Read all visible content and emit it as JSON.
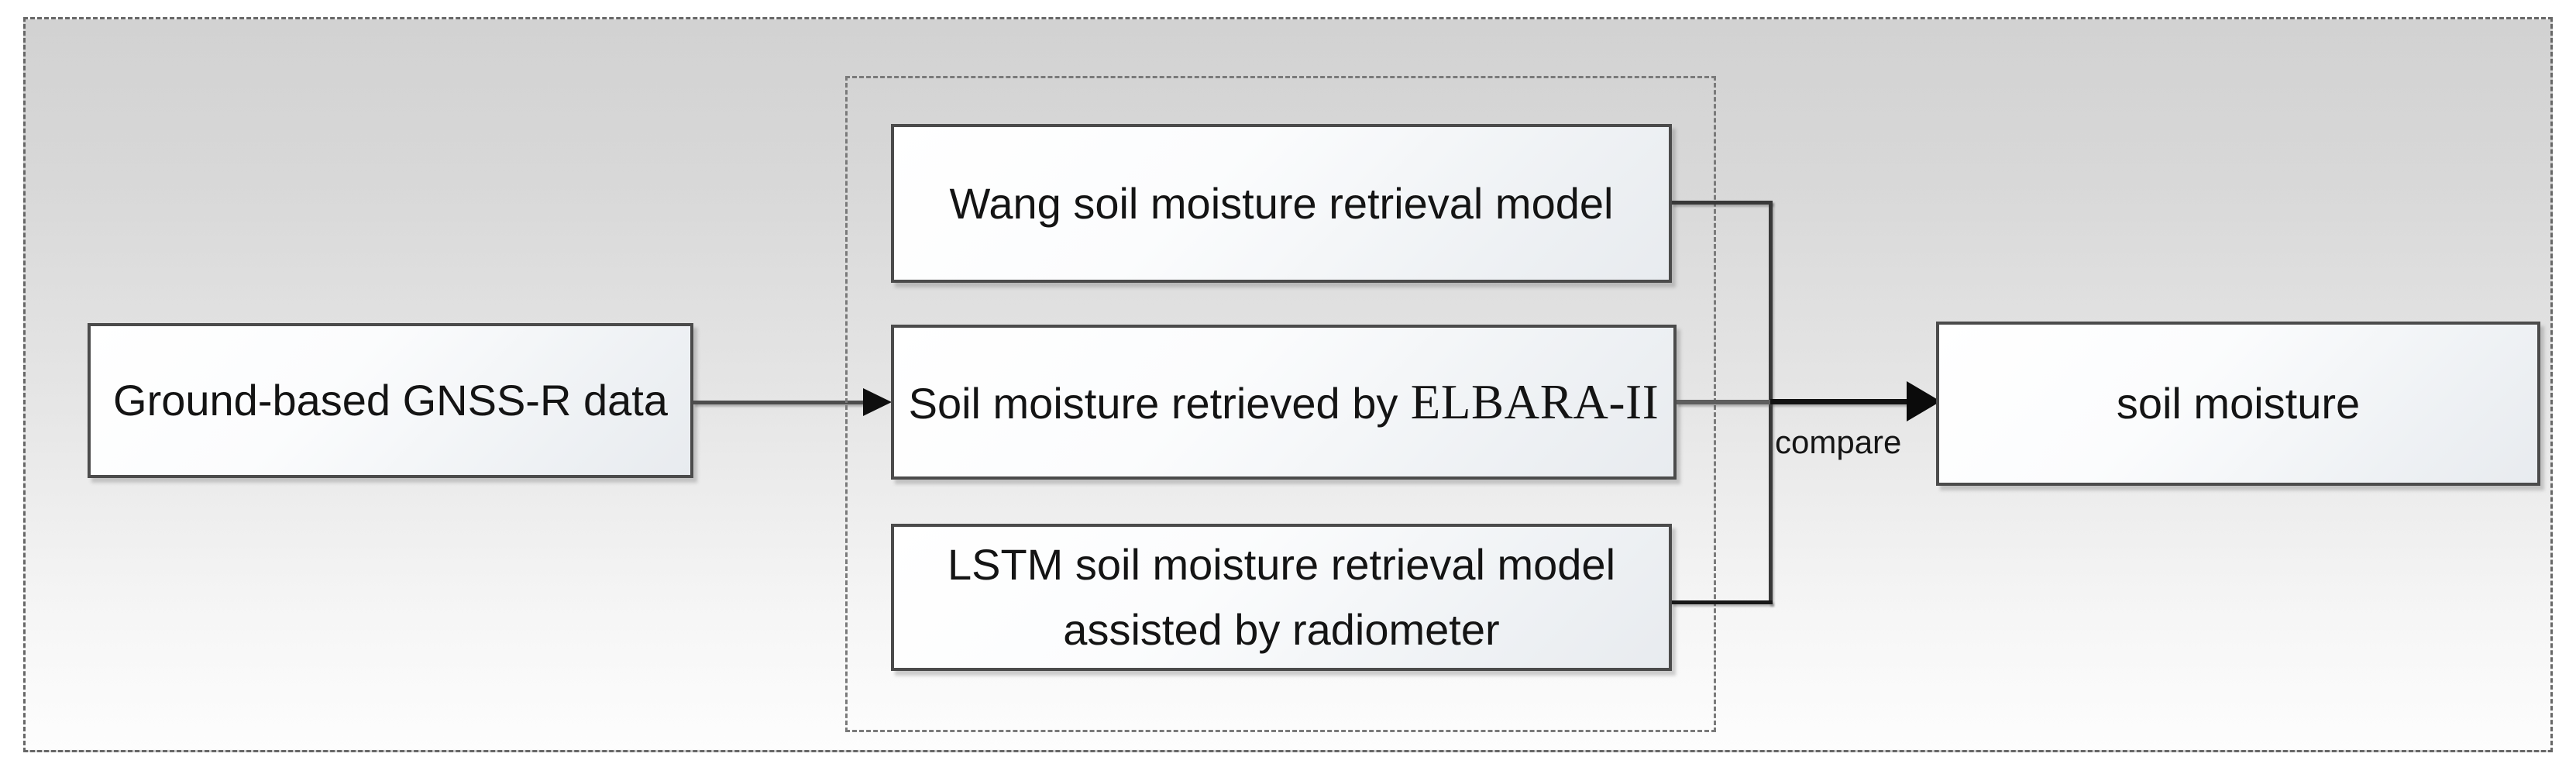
{
  "figure": {
    "input_box": {
      "label": "Ground-based GNSS-R data"
    },
    "models_group": {
      "wang_box": {
        "label": "Wang soil moisture retrieval model"
      },
      "elbara_box": {
        "label_main": "Soil moisture retrieved by",
        "label_instrument": "ELBARA-II"
      },
      "lstm_box": {
        "lines": [
          "LSTM soil moisture retrieval model",
          "assisted by radiometer"
        ]
      }
    },
    "output_box": {
      "label": "soil moisture"
    },
    "compare_label": "compare",
    "colors": {
      "box_border": "#4b4b4b",
      "box_fill_light": "#ffffff",
      "box_fill_shade": "#e8ebef",
      "connector_gray": "#4d4d4d",
      "connector_black": "#121212",
      "dashed_group_border": "#7a7a7a",
      "outer_frame_border": "#676767",
      "frame_background_top": "#d2d2d2",
      "frame_background_bottom": "#fdfdfd",
      "text": "#141414"
    }
  }
}
